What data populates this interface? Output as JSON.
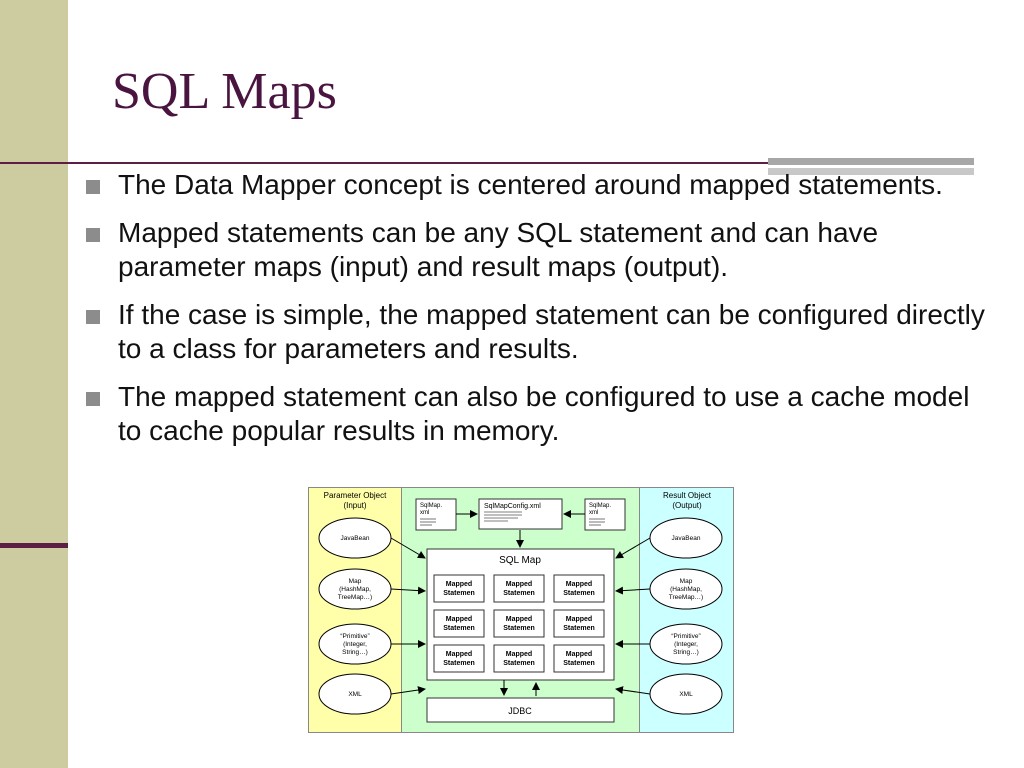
{
  "slide": {
    "title": "SQL Maps",
    "bullets": [
      "The Data Mapper concept is centered around mapped statements.",
      "Mapped statements can be any SQL statement and can have parameter maps (input) and result maps (output).",
      "If the case is simple, the mapped statement can be configured directly to a class for parameters and results.",
      "The mapped statement can also be configured to use a cache model to cache popular results in memory."
    ]
  },
  "diagram": {
    "parameter_panel": {
      "title": "Parameter Object",
      "subtitle": "(Input)"
    },
    "result_panel": {
      "title": "Result Object",
      "subtitle": "(Output)"
    },
    "input_items": [
      [
        "JavaBean"
      ],
      [
        "Map",
        "(HashMap,",
        "TreeMap…)"
      ],
      [
        "“Primitive”",
        "(Integer,",
        "String…)"
      ],
      [
        "XML"
      ]
    ],
    "output_items": [
      [
        "JavaBean"
      ],
      [
        "Map",
        "(HashMap,",
        "TreeMap…)"
      ],
      [
        "“Primitive”",
        "(Integer,",
        "String…)"
      ],
      [
        "XML"
      ]
    ],
    "docs": {
      "left": [
        "SqlMap.",
        "xml"
      ],
      "center": "SqlMapConfig.xml",
      "right": [
        "SqlMap.",
        "xml"
      ]
    },
    "sqlmap_label": "SQL Map",
    "mapped_statement": [
      "Mapped",
      "Statemen"
    ],
    "jdbc_label": "JDBC",
    "colors": {
      "input_panel": "#ffffaa",
      "middle_panel": "#ccffcc",
      "output_panel": "#ccffff",
      "title_text": "#4a1440",
      "left_bar": "#cdcca0"
    }
  }
}
